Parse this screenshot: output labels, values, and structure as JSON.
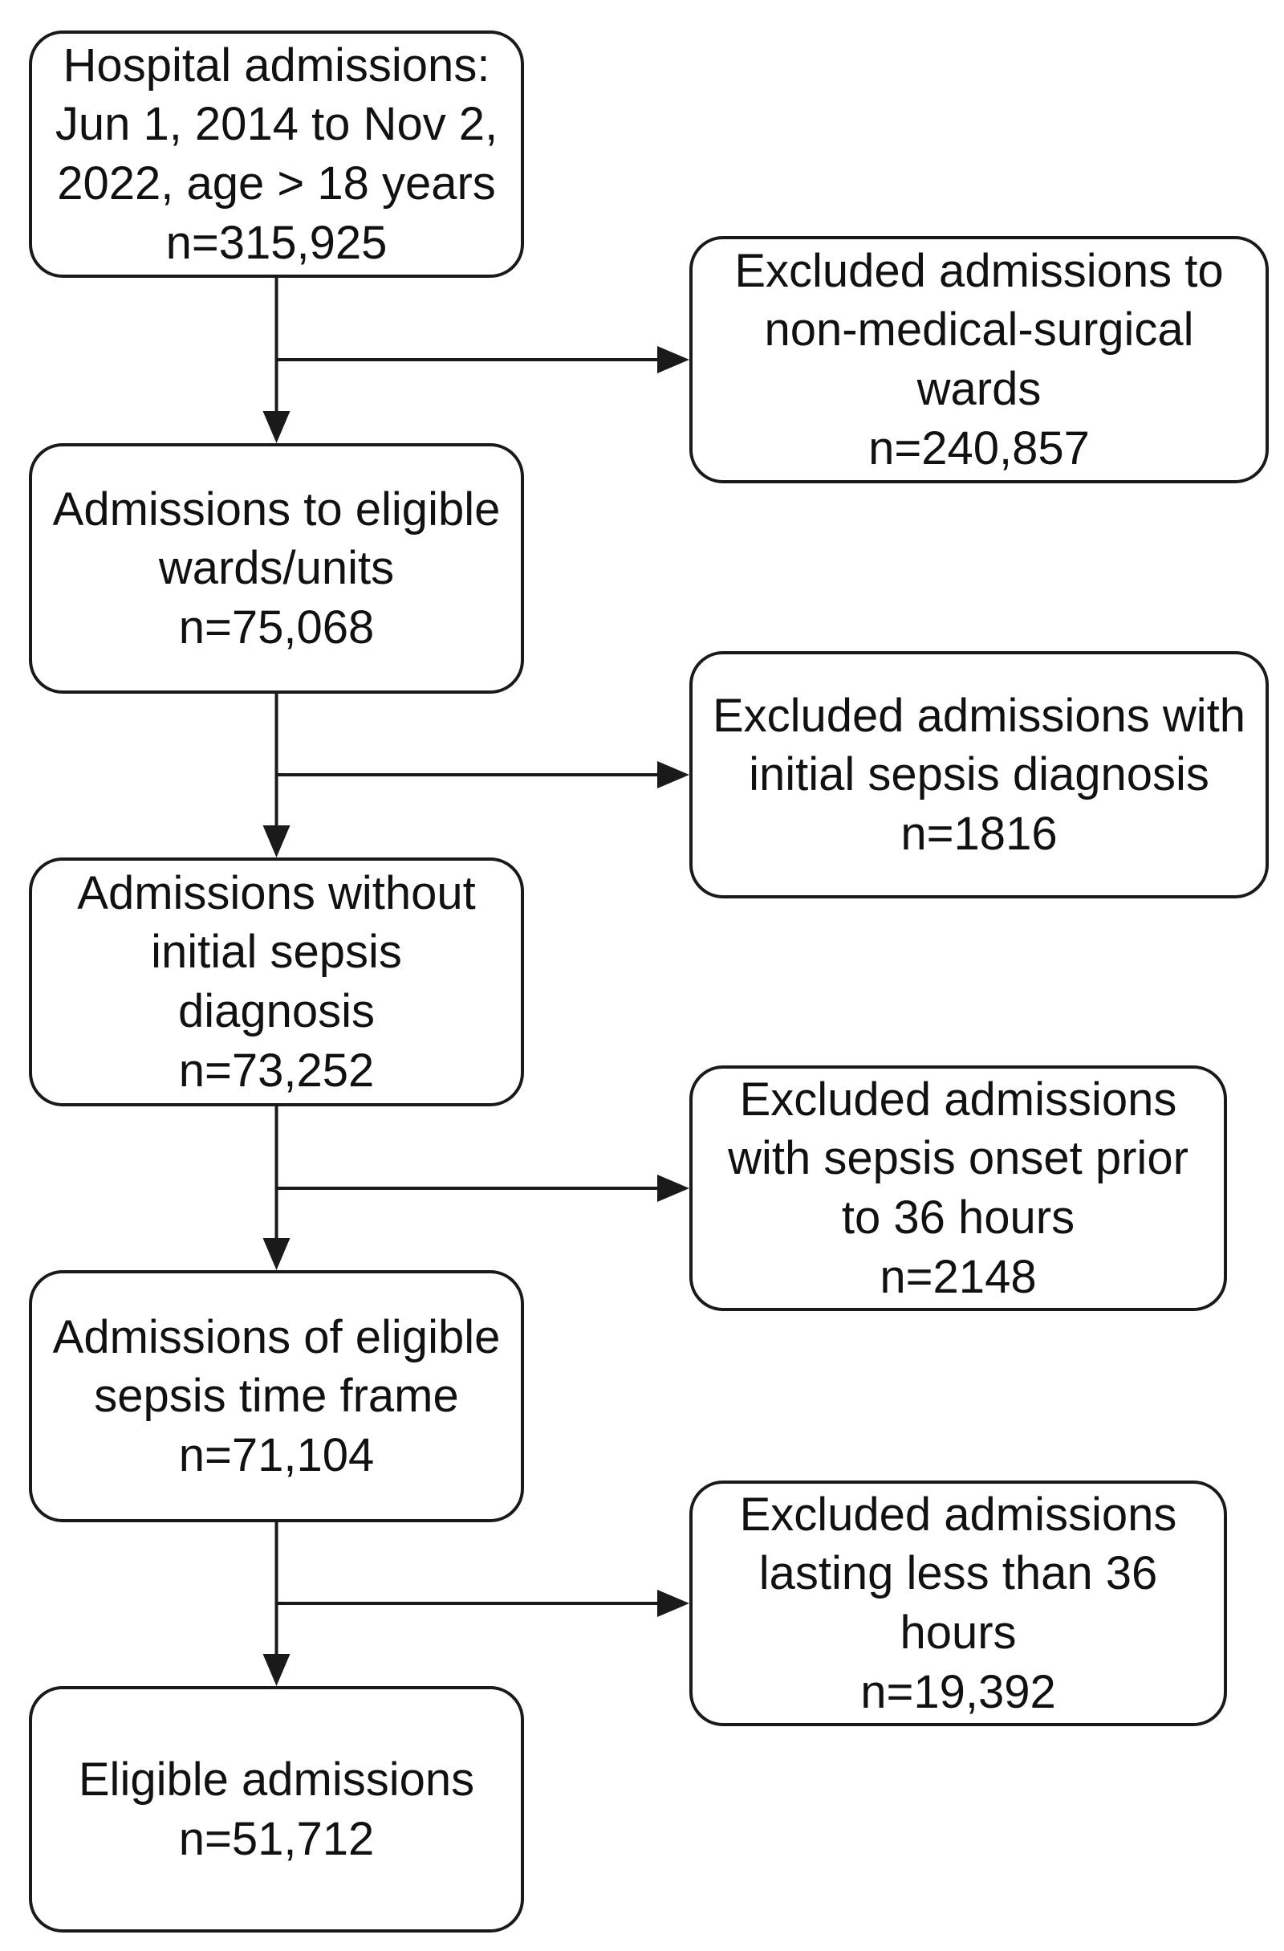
{
  "main_steps": [
    {
      "lines": [
        "Hospital admissions:",
        "Jun 1, 2014 to Nov 2,",
        "2022, age > 18 years",
        "n=315,925"
      ]
    },
    {
      "lines": [
        "Admissions to eligible",
        "wards/units",
        "n=75,068"
      ]
    },
    {
      "lines": [
        "Admissions without",
        "initial sepsis",
        "diagnosis",
        "n=73,252"
      ]
    },
    {
      "lines": [
        "Admissions of eligible",
        "sepsis time frame",
        "n=71,104"
      ]
    },
    {
      "lines": [
        "Eligible admissions",
        "n=51,712"
      ]
    }
  ],
  "exclusions": [
    {
      "lines": [
        "Excluded admissions to",
        "non-medical-surgical",
        "wards",
        "n=240,857"
      ]
    },
    {
      "lines": [
        "Excluded admissions with",
        "initial sepsis diagnosis",
        "n=1816"
      ]
    },
    {
      "lines": [
        "Excluded admissions",
        "with sepsis onset prior",
        "to 36 hours",
        "n=2148"
      ]
    },
    {
      "lines": [
        "Excluded admissions",
        "lasting less than 36",
        "hours",
        "n=19,392"
      ]
    }
  ],
  "colors": {
    "stroke": "#1a1a1a",
    "background": "#ffffff",
    "text": "#111111"
  }
}
